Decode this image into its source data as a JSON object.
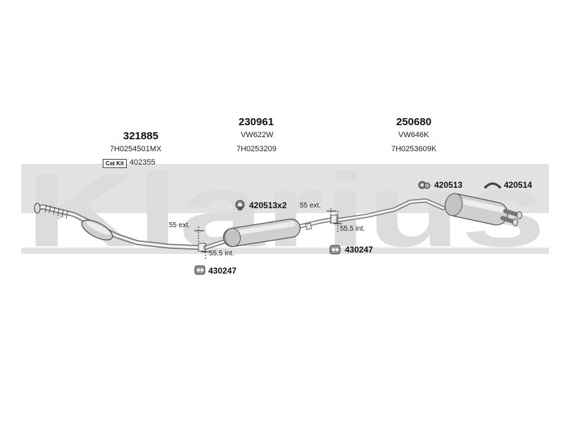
{
  "watermark": {
    "text": "Klarius",
    "color": "#dcdcdc"
  },
  "sections": [
    {
      "part_number": "321885",
      "oe_code": "7H0254501MX"
    },
    {
      "part_number": "230961",
      "ref_code": "VW622W",
      "oe_code": "7H0253209"
    },
    {
      "part_number": "250680",
      "ref_code": "VW646K",
      "oe_code": "7H0253609K"
    }
  ],
  "cat_kit": {
    "badge": "Cat Kit",
    "number": "402355"
  },
  "fittings": {
    "clamp_x2": "420513x2",
    "mount_left": "430247",
    "mount_mid": "430247",
    "rubber_rear": "420513",
    "hanger_rear": "420514"
  },
  "dimensions": {
    "joint1_ext": "55 ext.",
    "joint1_int": "55.5 int.",
    "joint2_ext": "55 ext.",
    "joint2_int": "55.5 int."
  }
}
